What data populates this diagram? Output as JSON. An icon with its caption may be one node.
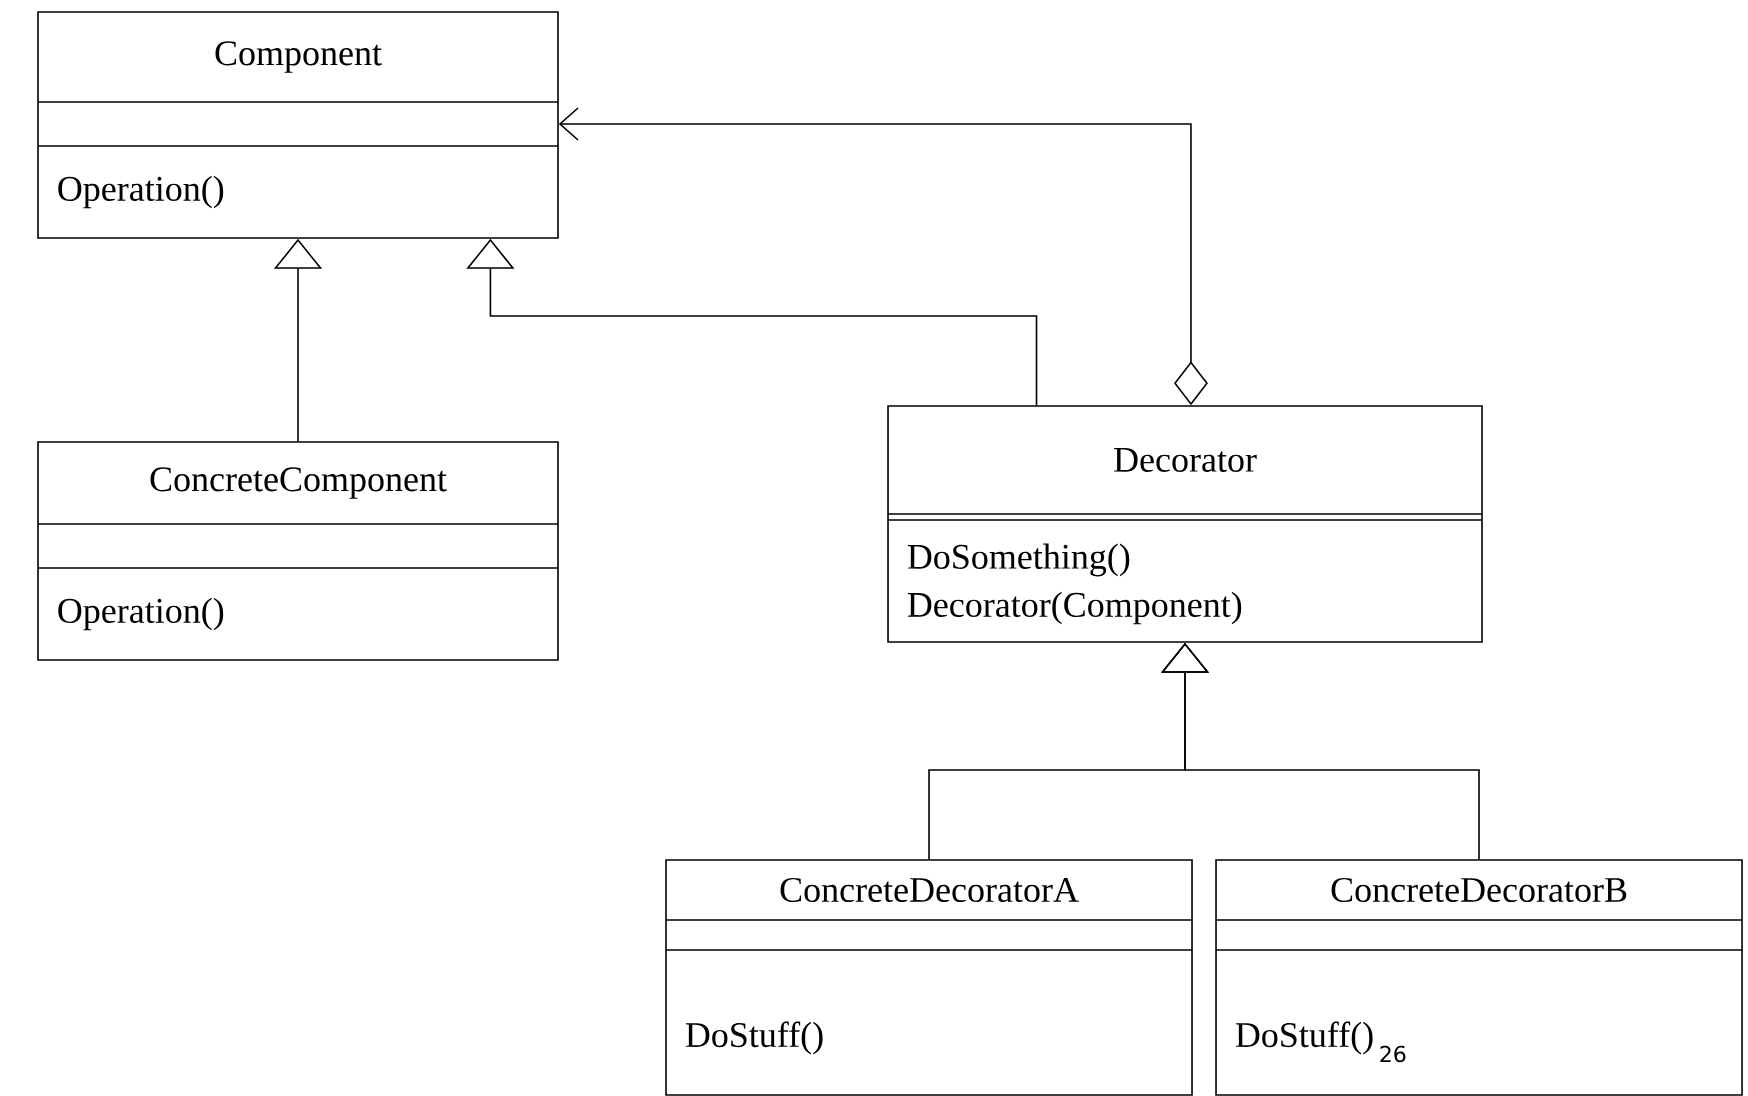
{
  "diagram": {
    "nodes": [
      {
        "text": [
          "Component",
          "Operation()"
        ]
      },
      {
        "text": [
          "ConcreteComponent",
          "Operation()"
        ]
      },
      {
        "text": [
          "Decorator",
          "DoSomething()",
          "Decorator(Component)"
        ]
      },
      {
        "text": [
          "ConcreteDecoratorA",
          "DoStuff()"
        ]
      },
      {
        "text": [
          "ConcreteDecoratorB",
          "DoStuff()"
        ]
      }
    ],
    "edges": [
      {
        "from": 1,
        "to": 0,
        "arrow": "to"
      },
      {
        "from": 2,
        "to": 0,
        "arrow": "to"
      },
      {
        "from": 2,
        "to": 0,
        "arrow": "to"
      },
      {
        "from": 3,
        "to": 2,
        "arrow": "to"
      },
      {
        "from": 4,
        "to": 2,
        "arrow": "to"
      }
    ],
    "labels": [
      "26"
    ]
  }
}
